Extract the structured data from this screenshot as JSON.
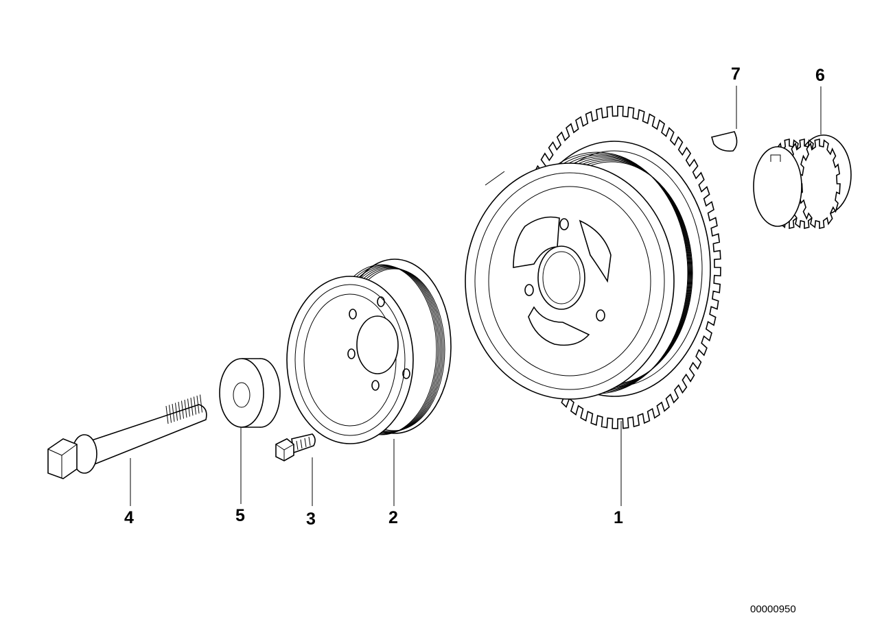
{
  "diagram": {
    "parts": [
      {
        "number": "1",
        "name": "vibration-damper"
      },
      {
        "number": "2",
        "name": "belt-pulley"
      },
      {
        "number": "3",
        "name": "hex-bolt"
      },
      {
        "number": "4",
        "name": "central-bolt"
      },
      {
        "number": "5",
        "name": "spacer-sleeve"
      },
      {
        "number": "6",
        "name": "sprocket"
      },
      {
        "number": "7",
        "name": "woodruff-key"
      }
    ],
    "document_number": "00000950"
  }
}
